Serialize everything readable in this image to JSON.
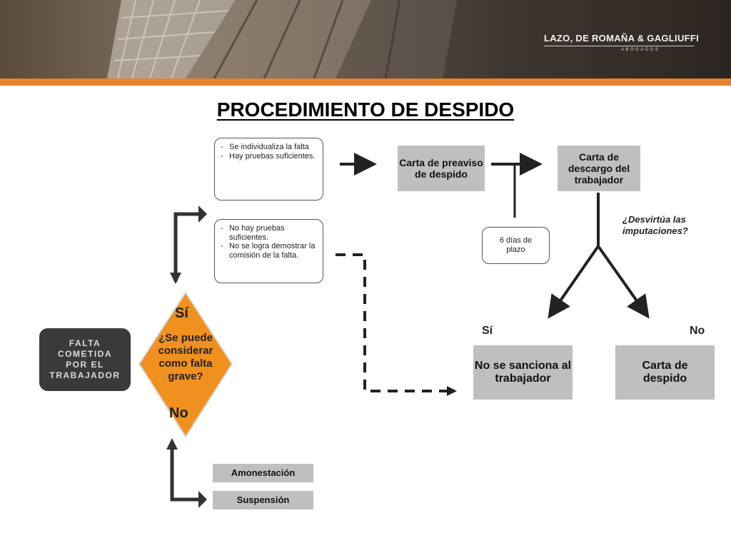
{
  "header": {
    "firm_name": "LAZO, DE ROMAÑA & GAGLIUFFI",
    "firm_subtitle": "ABOGADOS",
    "accent_color": "#e8822f"
  },
  "title": "PROCEDIMIENTO DE DESPIDO",
  "start_box": "FALTA COMETIDA POR EL TRABAJADOR",
  "decision": {
    "question": "¿Se puede considerar como falta grave?",
    "yes_label": "Sí",
    "no_label": "No",
    "color": "#f0901e"
  },
  "evidence_yes": {
    "items": [
      "Se individualiza la falta",
      "Hay pruebas suficientes."
    ]
  },
  "evidence_no": {
    "items": [
      "No hay pruebas suficientes.",
      "No se logra demostrar la comisión de la falta."
    ]
  },
  "preaviso": "Carta de preaviso de despido",
  "plazo": "6 días de plazo",
  "descargo": "Carta de descargo del trabajador",
  "desvirtua_question": "¿Desvirtúa las imputaciones?",
  "branch_yes_label": "Sí",
  "branch_no_label": "No",
  "result_yes": "No se sanciona al trabajador",
  "result_no": "Carta de despido",
  "minor_sanctions": [
    "Amonestación",
    "Suspensión"
  ]
}
